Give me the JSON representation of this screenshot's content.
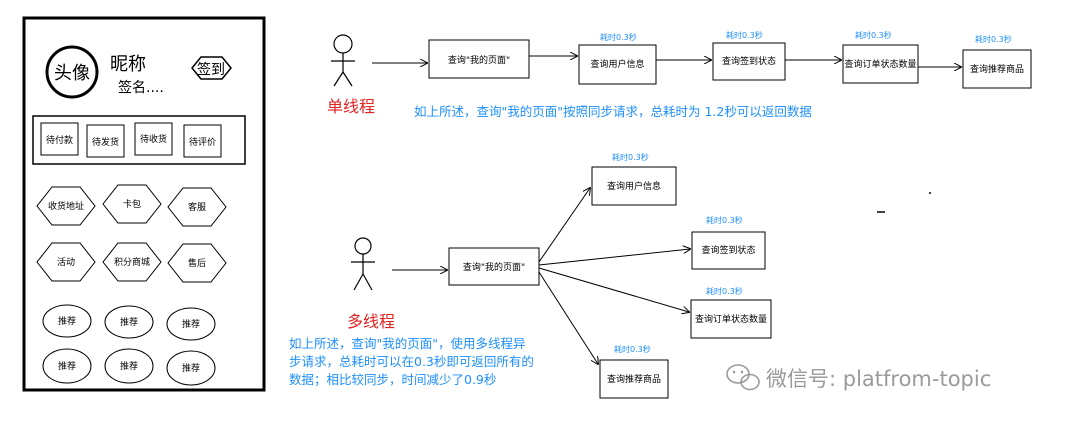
{
  "phone": {
    "avatar": "头像",
    "nickname": "昵称",
    "signature": "签名....",
    "checkin": "签到",
    "orders": [
      "待付款",
      "待发货",
      "待收货",
      "待评价"
    ],
    "services": [
      "收货地址",
      "卡包",
      "客服",
      "活动",
      "积分商城",
      "售后"
    ],
    "recommend": [
      "推荐",
      "推荐",
      "推荐",
      "推荐",
      "推荐",
      "推荐"
    ]
  },
  "single": {
    "label": "单线程",
    "root": "查询\"我的页面\"",
    "steps": [
      "查询用户信息",
      "查询签到状态",
      "查询订单状态数量",
      "查询推荐商品"
    ],
    "times": [
      "耗时0.3秒",
      "耗时0.3秒",
      "耗时0.3秒",
      "耗时0.3秒"
    ],
    "note": "如上所述，查询\"我的页面\"按照同步请求，总耗时为 1.2秒可以返回数据"
  },
  "multi": {
    "label": "多线程",
    "root": "查询\"我的页面\"",
    "steps": [
      "查询用户信息",
      "查询签到状态",
      "查询订单状态数量",
      "查询推荐商品"
    ],
    "times": [
      "耗时0.3秒",
      "耗时0.3秒",
      "耗时0.3秒",
      "耗时0.3秒"
    ],
    "note_lines": [
      "如上所述，查询\"我的页面\"，使用多线程异",
      "步请求，总耗时可以在0.3秒即可返回所有的",
      "数据；相比较同步，时间减少了0.9秒"
    ]
  },
  "watermark": "微信号: platfrom-topic",
  "colors": {
    "note": "#1e90ff",
    "label": "#e32222",
    "watermark": "#9a9a9a"
  }
}
